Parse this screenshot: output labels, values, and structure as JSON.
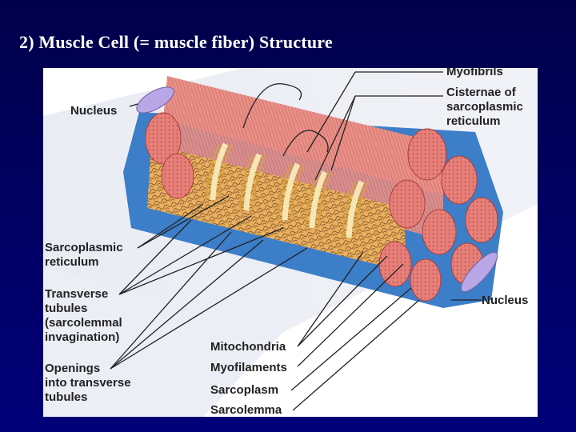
{
  "slide": {
    "title": "2)  Muscle Cell (= muscle fiber) Structure"
  },
  "diagram": {
    "labels": {
      "myofibrils": "Myofibrils",
      "cisternae": "Cisternae of\nsarcoplasmic\nreticulum",
      "nucleus_left": "Nucleus",
      "sarcoplasmic_reticulum": "Sarcoplasmic\nreticulum",
      "transverse_tubules": "Transverse\ntubules\n(sarcolemmal\ninvagination)",
      "openings": "Openings\ninto transverse\ntubules",
      "nucleus_right": "Nucleus",
      "mitochondria": "Mitochondria",
      "myofilaments": "Myofilaments",
      "sarcoplasm": "Sarcoplasm",
      "sarcolemma": "Sarcolemma"
    },
    "colors": {
      "myofibril": "#e8807a",
      "myofibril_dark": "#c85a58",
      "reticulum": "#f2c96a",
      "tubule": "#f6e7b0",
      "membrane": "#3c7ec8",
      "nucleus": "#b8a6e6",
      "fiber_shadow": "#d8dcea"
    }
  }
}
